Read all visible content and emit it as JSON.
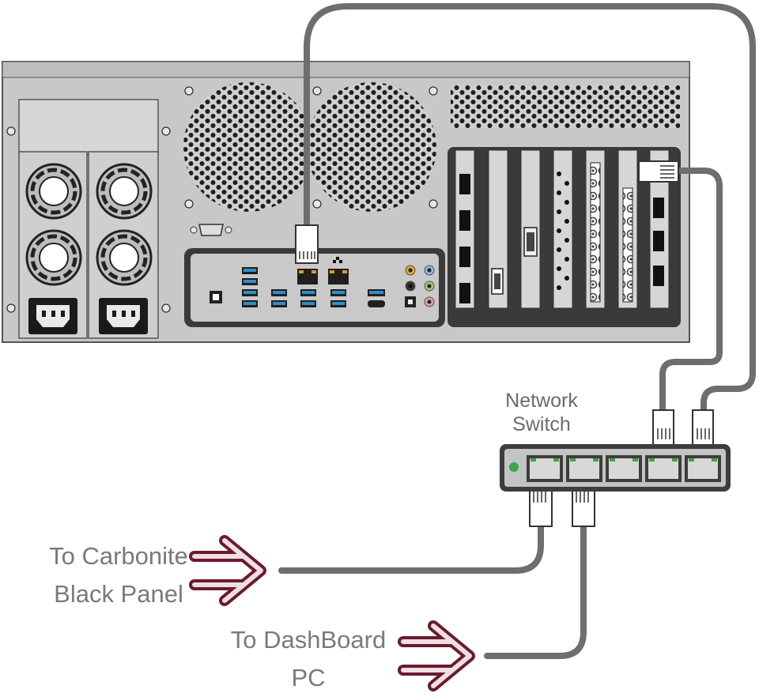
{
  "labels": {
    "network_switch_line1": "Network",
    "network_switch_line2": "Switch",
    "carbonite_line1": "To Carbonite",
    "carbonite_line2": "Black Panel",
    "dashboard_line1": "To DashBoard",
    "dashboard_line2": "PC"
  },
  "colors": {
    "chassis": "#c8c8c8",
    "chassis_outline": "#555555",
    "cable": "#6e6e6e",
    "arrow": "#6b1a2c",
    "port_led": "#3aa64a",
    "usb_blue": "#2f8fc7",
    "text": "#7a7a7a"
  },
  "switch": {
    "port_count": 5
  }
}
